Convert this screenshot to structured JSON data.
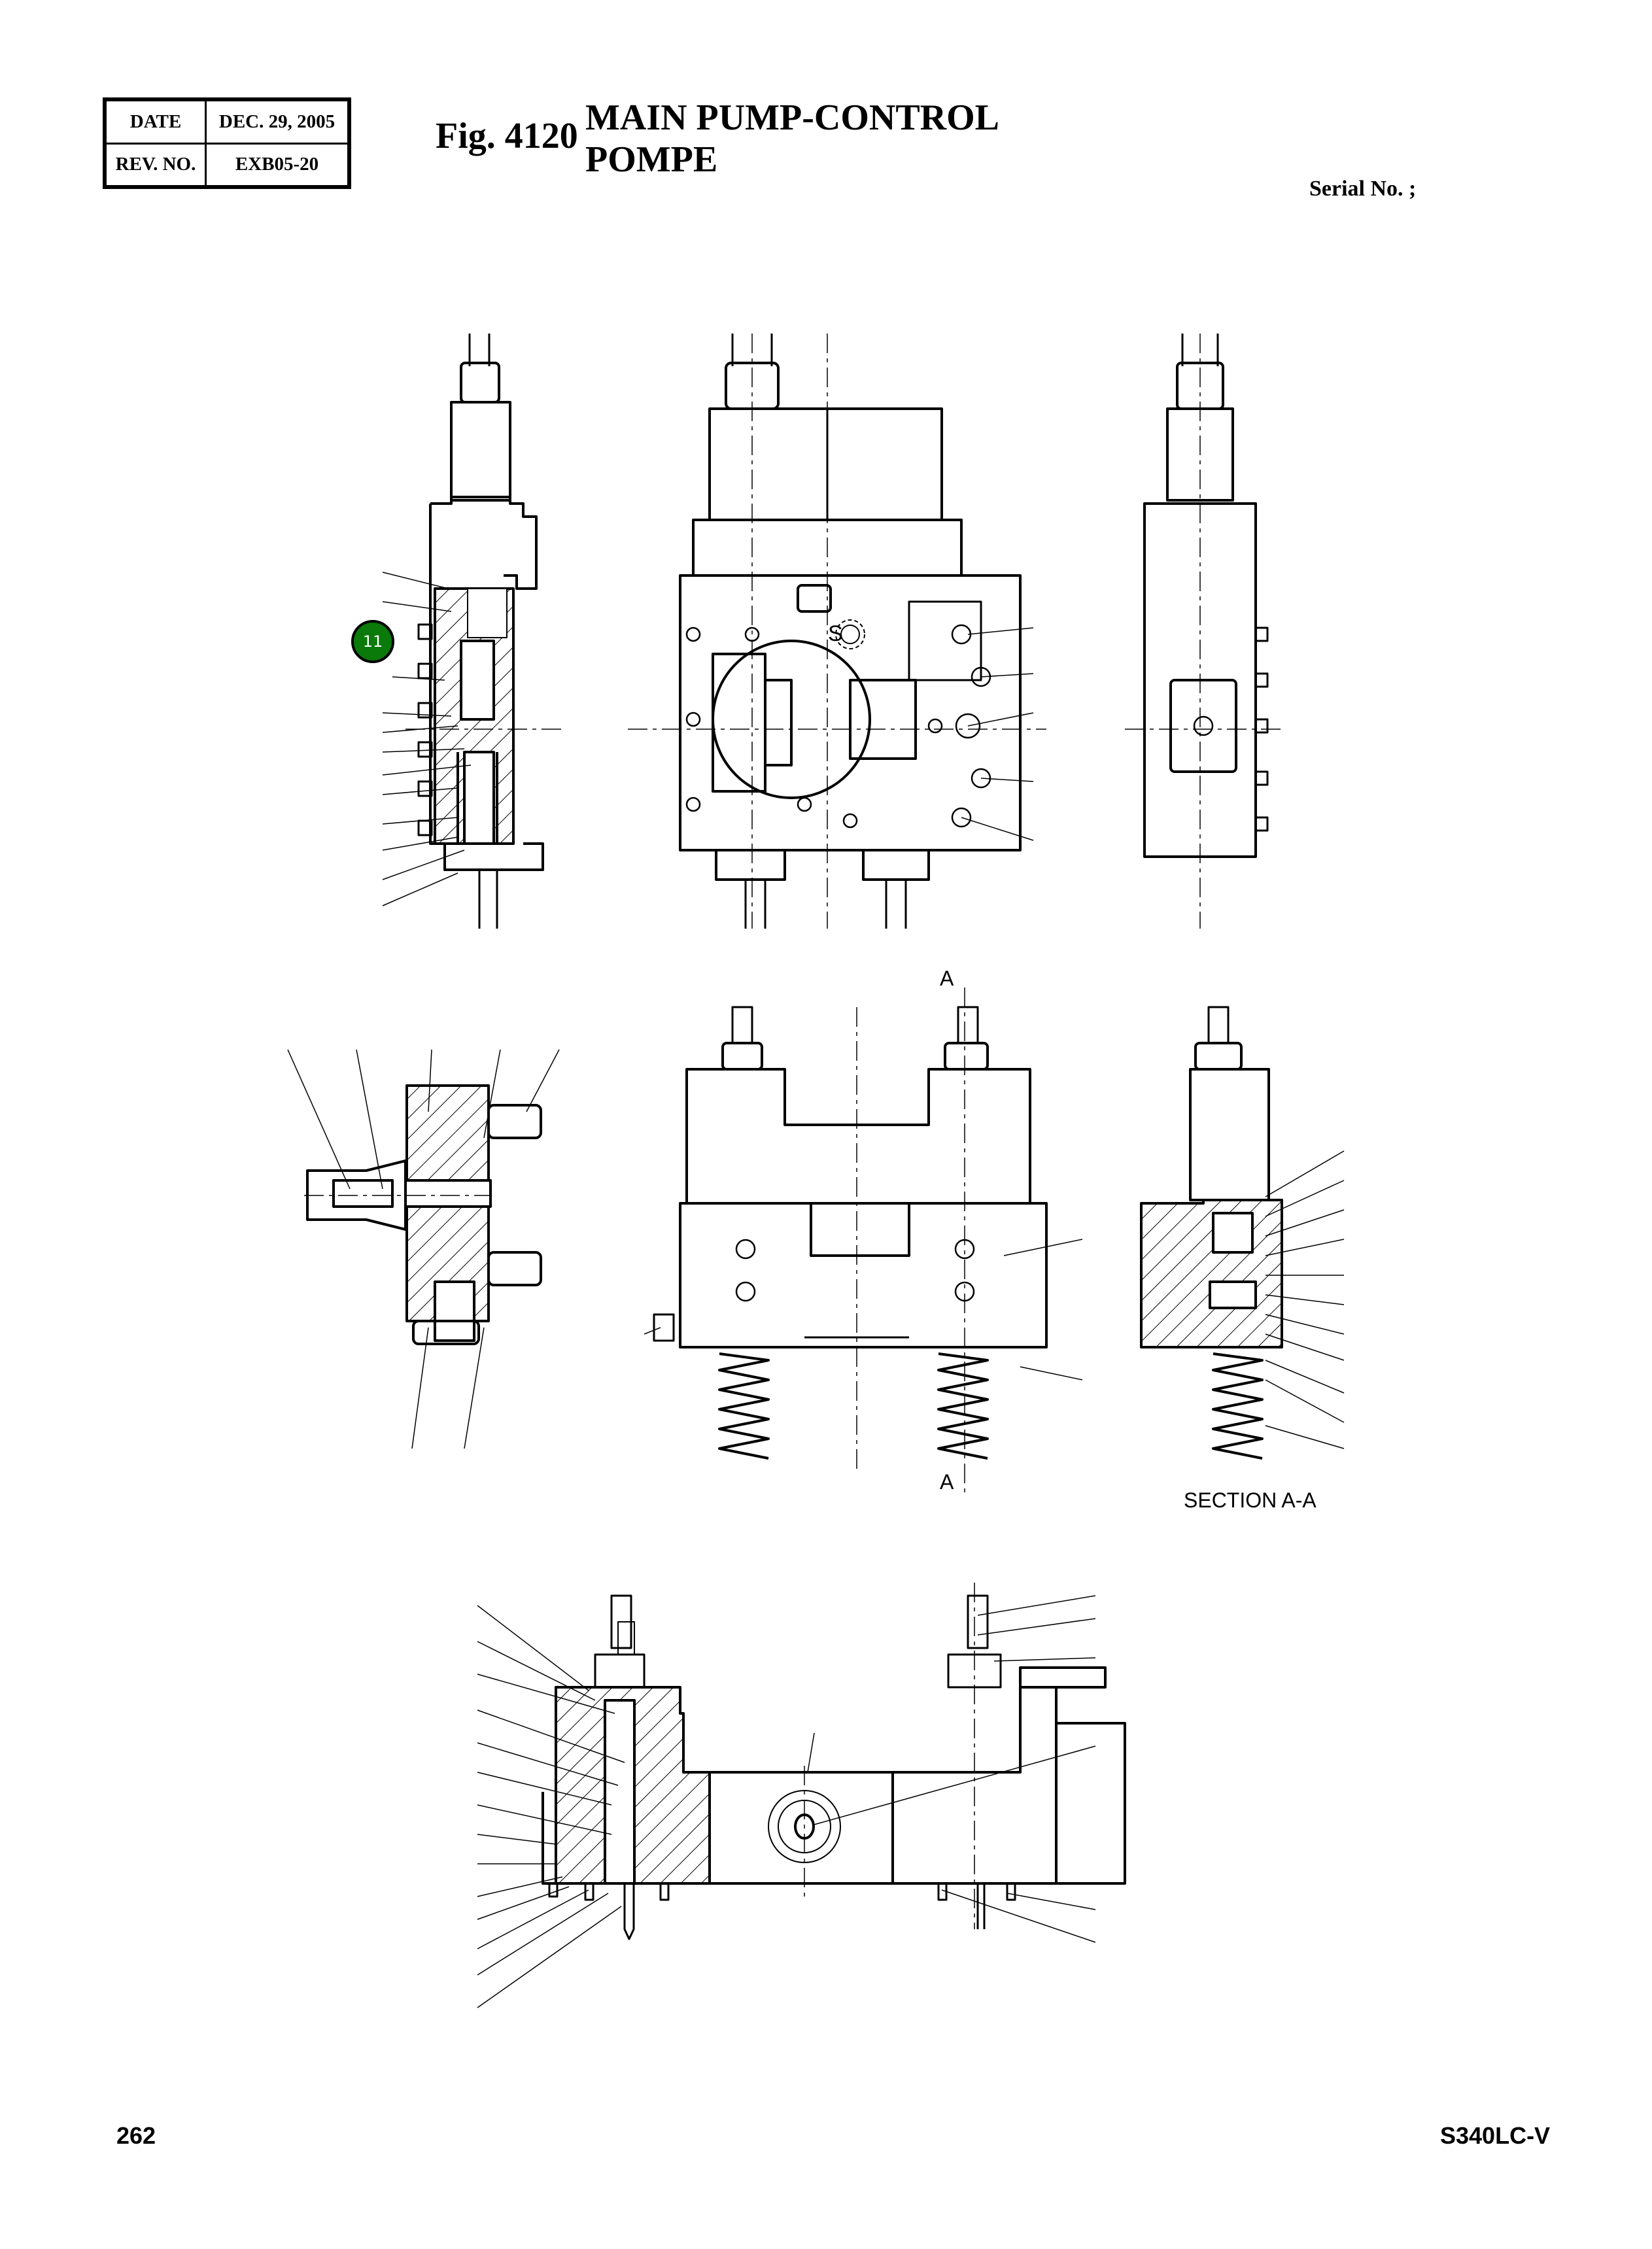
{
  "header": {
    "date_label": "DATE",
    "date_value": "DEC. 29, 2005",
    "rev_label": "REV. NO.",
    "rev_value": "EXB05-20"
  },
  "figure": {
    "number": "Fig. 4120",
    "title_line1": "MAIN PUMP-CONTROL",
    "title_line2": "POMPE"
  },
  "serial": "Serial No. ;",
  "drawing": {
    "callout_marker": {
      "label": "11",
      "color": "#0a7a0a"
    },
    "port_label": "S",
    "section_mark_top": "A",
    "section_mark_bottom": "A",
    "section_caption": "SECTION A-A",
    "line_color": "#000000",
    "background": "#ffffff"
  },
  "footer": {
    "page_number": "262",
    "model": "S340LC-V"
  }
}
